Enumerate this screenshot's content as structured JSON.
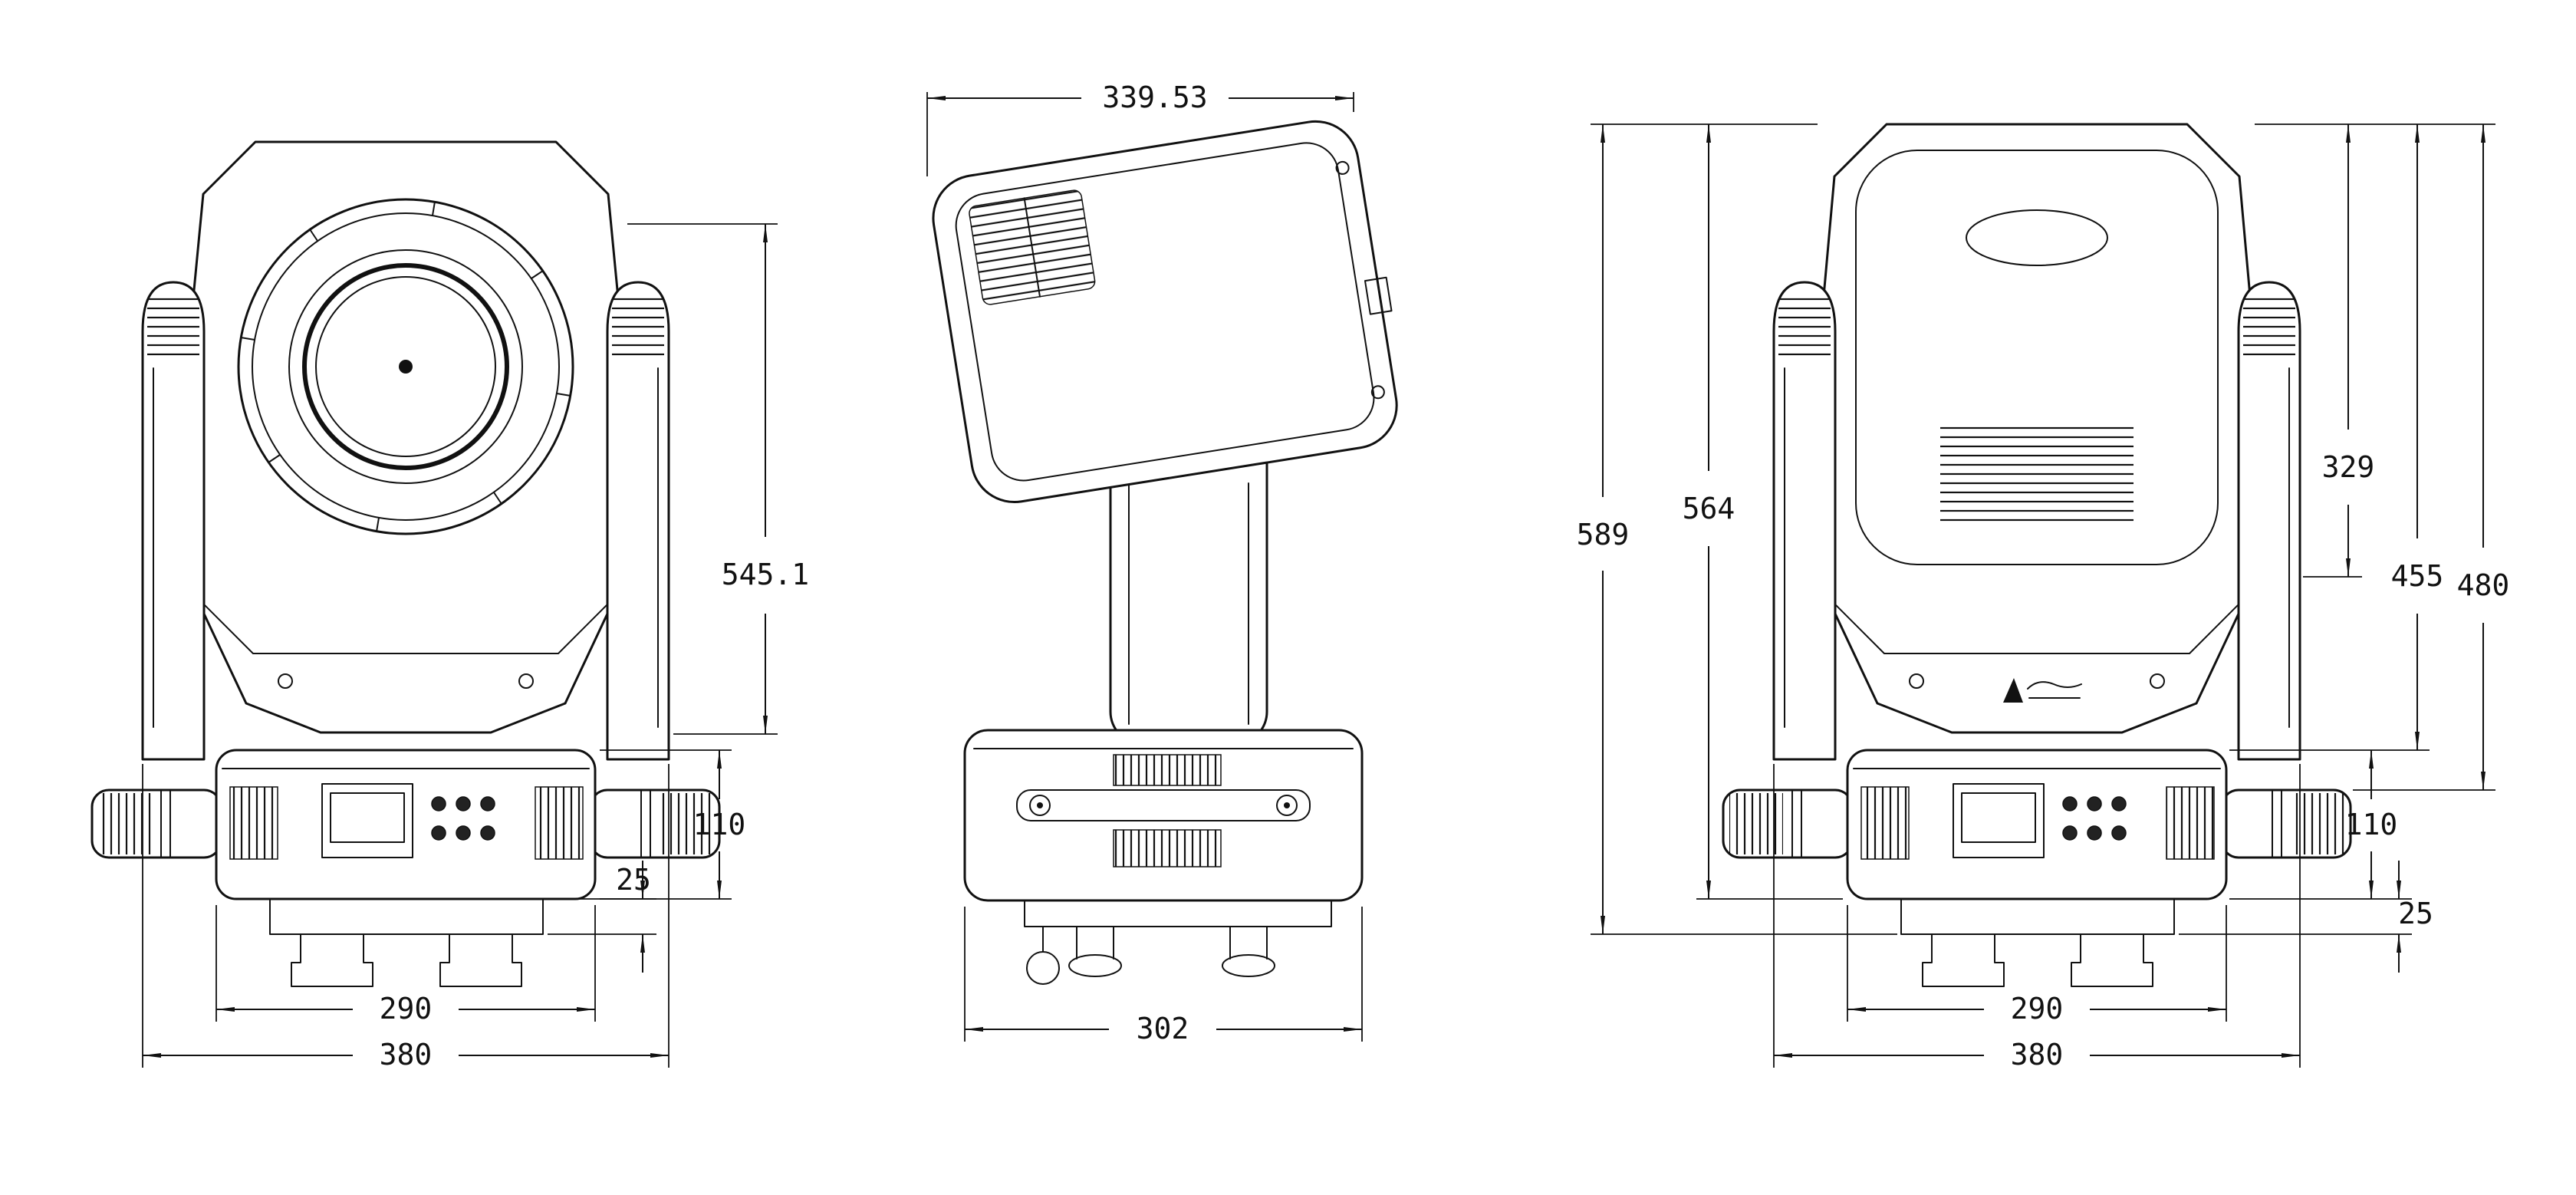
{
  "drawing": {
    "type": "technical-dimension-drawing",
    "subject": "Moving head light fixture - three orthographic views with dimensions",
    "views": {
      "front": {
        "height": "545.1",
        "base_height": "110",
        "plate_offset": "25",
        "base_width": "290",
        "overall_width": "380"
      },
      "side": {
        "head_depth": "339.53",
        "base_depth": "302"
      },
      "rear": {
        "overall_height": "589",
        "body_height": "564",
        "head_height": "329",
        "upper_height_a": "455",
        "upper_height_b": "480",
        "base_height": "110",
        "plate_offset": "25",
        "base_width": "290",
        "overall_width": "380"
      }
    },
    "logo_icon": "brand-logo"
  }
}
